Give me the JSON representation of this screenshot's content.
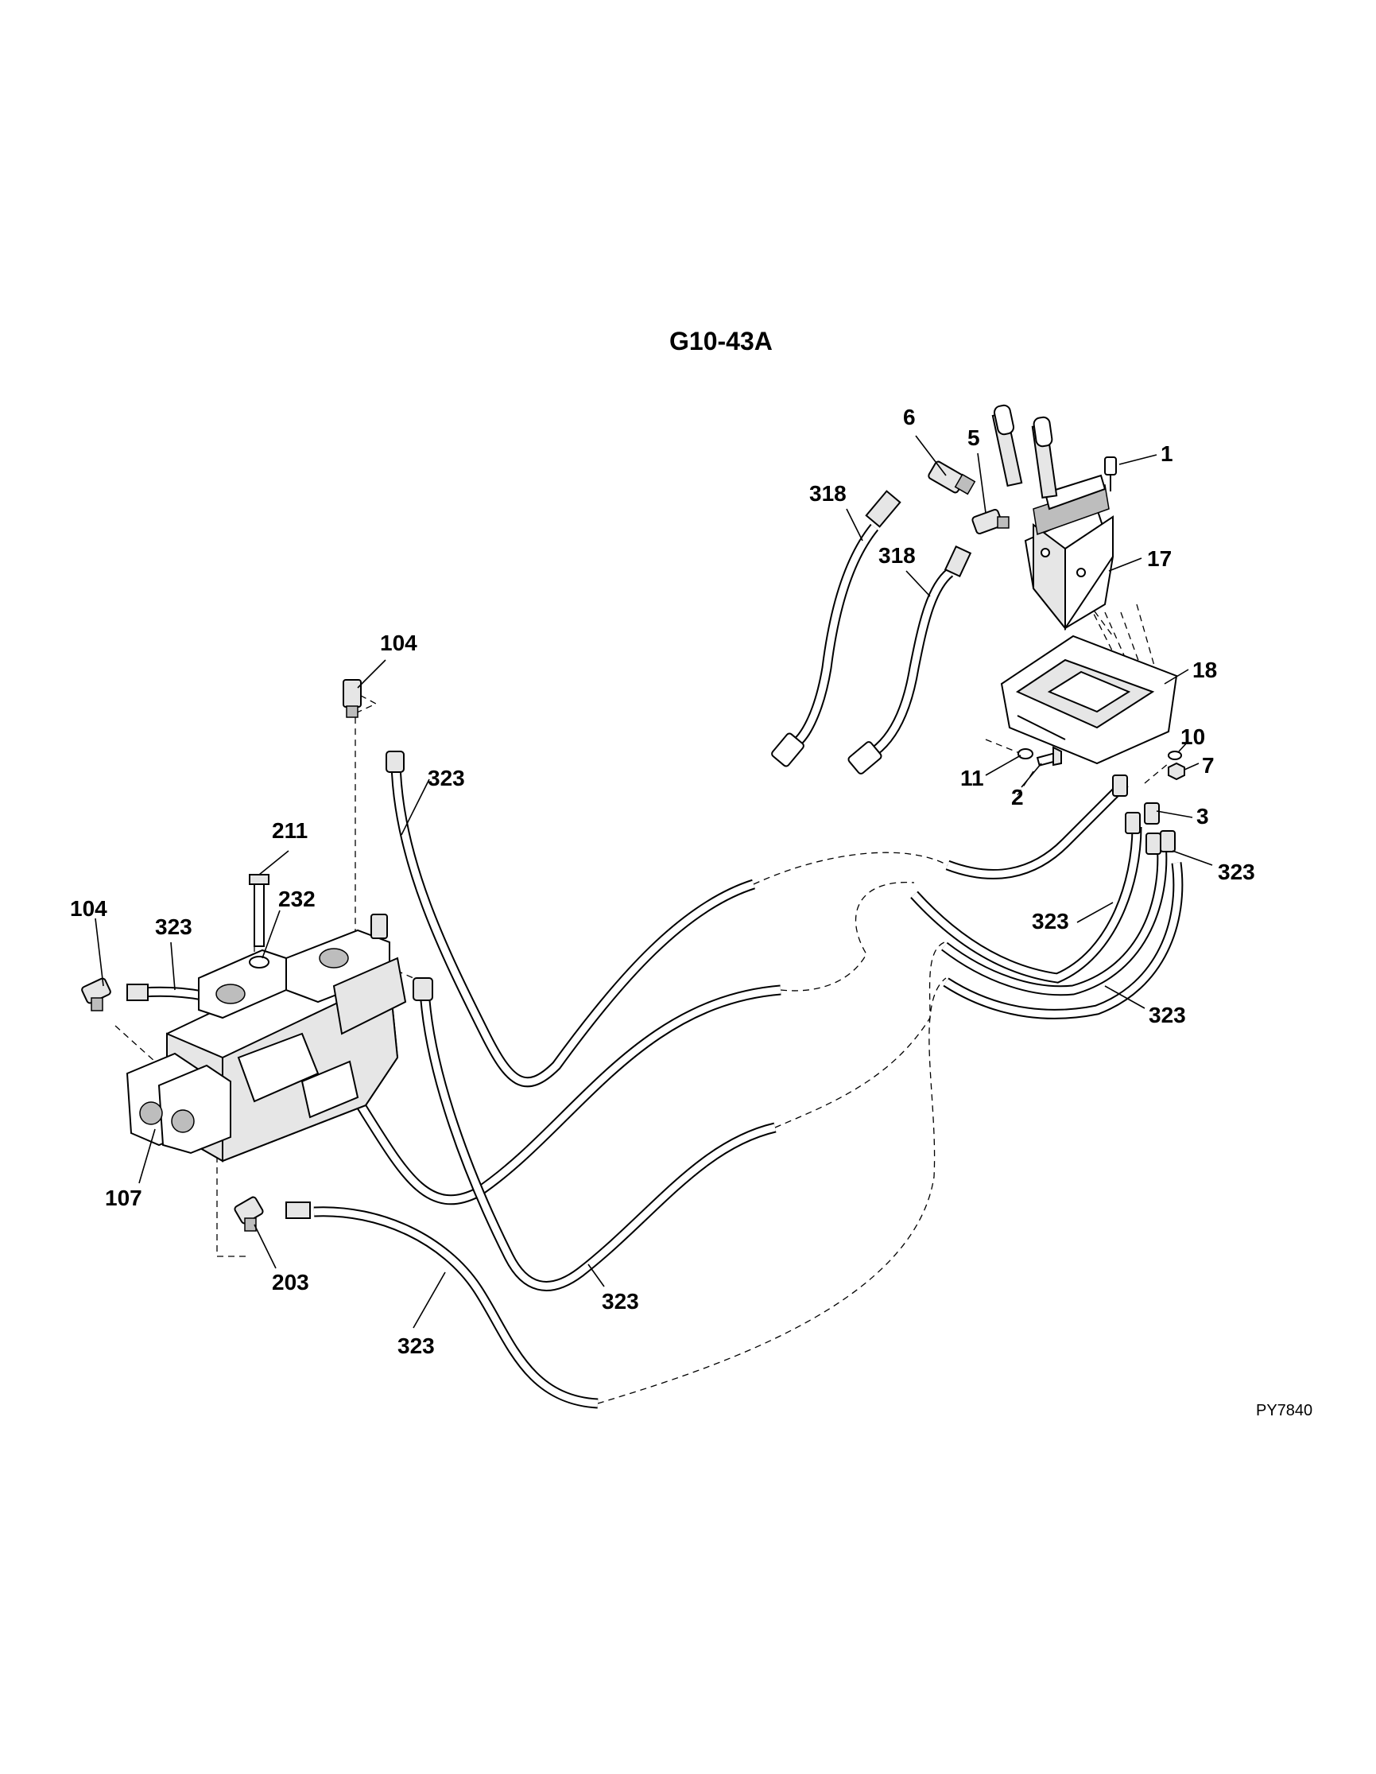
{
  "diagram": {
    "title": "G10-43A",
    "drawing_code": "PY7840",
    "callouts": [
      {
        "id": "c-1",
        "text": "1"
      },
      {
        "id": "c-6",
        "text": "6"
      },
      {
        "id": "c-5",
        "text": "5"
      },
      {
        "id": "c-318a",
        "text": "318"
      },
      {
        "id": "c-318b",
        "text": "318"
      },
      {
        "id": "c-17",
        "text": "17"
      },
      {
        "id": "c-104a",
        "text": "104"
      },
      {
        "id": "c-18",
        "text": "18"
      },
      {
        "id": "c-323a",
        "text": "323"
      },
      {
        "id": "c-10",
        "text": "10"
      },
      {
        "id": "c-11",
        "text": "11"
      },
      {
        "id": "c-7",
        "text": "7"
      },
      {
        "id": "c-2",
        "text": "2"
      },
      {
        "id": "c-211",
        "text": "211"
      },
      {
        "id": "c-3",
        "text": "3"
      },
      {
        "id": "c-323b",
        "text": "323"
      },
      {
        "id": "c-232",
        "text": "232"
      },
      {
        "id": "c-104b",
        "text": "104"
      },
      {
        "id": "c-323c",
        "text": "323"
      },
      {
        "id": "c-323d",
        "text": "323"
      },
      {
        "id": "c-323e",
        "text": "323"
      },
      {
        "id": "c-107",
        "text": "107"
      },
      {
        "id": "c-203",
        "text": "203"
      },
      {
        "id": "c-323f",
        "text": "323"
      },
      {
        "id": "c-323g",
        "text": "323"
      }
    ]
  }
}
